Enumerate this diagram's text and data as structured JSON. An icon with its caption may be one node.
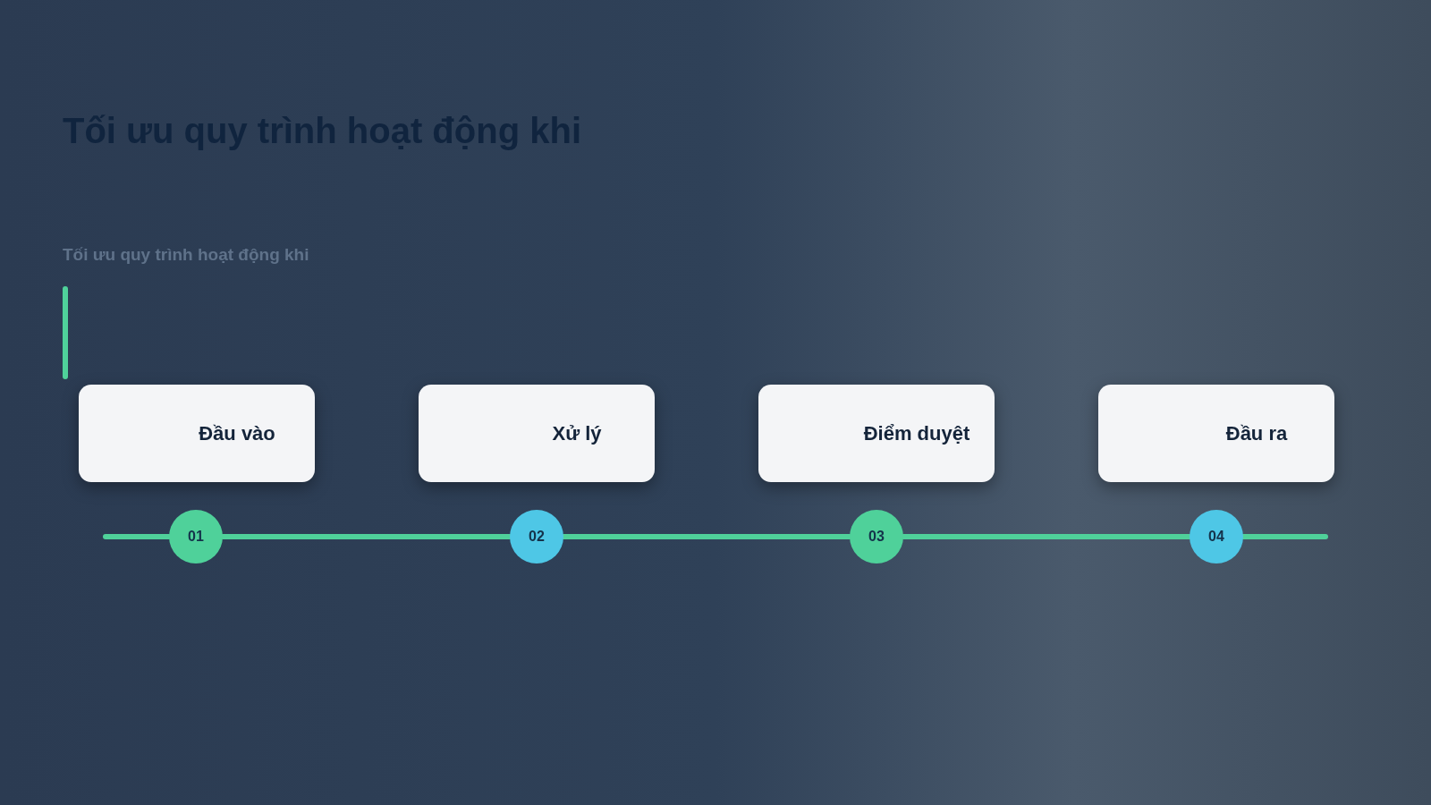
{
  "diagram": {
    "title": "Tối ưu quy trình hoạt động khi",
    "nodes": [
      {
        "text": [
          "Đầu vào"
        ]
      },
      {
        "text": [
          "Xử lý"
        ]
      },
      {
        "text": [
          "Điểm duyệt"
        ]
      },
      {
        "text": [
          "Đầu ra"
        ]
      },
      {
        "text": [
          "01"
        ]
      },
      {
        "text": [
          "02"
        ]
      },
      {
        "text": [
          "03"
        ]
      },
      {
        "text": [
          "04"
        ]
      }
    ],
    "edges": [
      {
        "from": 4,
        "to": 5,
        "arrow": "none"
      },
      {
        "from": 5,
        "to": 6,
        "arrow": "none"
      },
      {
        "from": 6,
        "to": 7,
        "arrow": "none"
      }
    ],
    "labels": [
      "Tối ưu quy trình hoạt động khi"
    ]
  }
}
